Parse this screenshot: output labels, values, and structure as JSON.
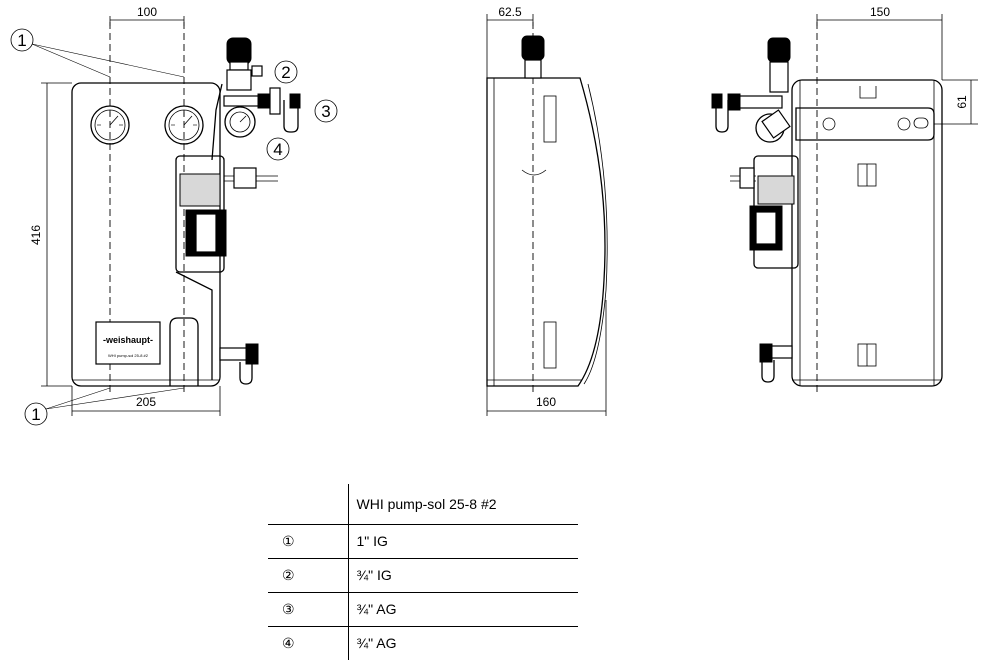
{
  "dimensions": {
    "front_width_top": "100",
    "front_height": "416",
    "front_width_bottom": "205",
    "side_offset": "62.5",
    "side_depth": "160",
    "rear_width": "150",
    "rear_offset": "61"
  },
  "callouts": {
    "c1": "1",
    "c2": "2",
    "c3": "3",
    "c4": "4"
  },
  "nameplate": {
    "brand": "-weishaupt-",
    "model": "WHI pump-sol 25-8 #2"
  },
  "legend": {
    "header": "WHI pump-sol 25-8 #2",
    "rows": [
      {
        "symbol": "①",
        "value": "1\" IG"
      },
      {
        "symbol": "②",
        "value": "¾\" IG"
      },
      {
        "symbol": "③",
        "value": "¾\" AG"
      },
      {
        "symbol": "④",
        "value": "¾\" AG"
      }
    ]
  }
}
